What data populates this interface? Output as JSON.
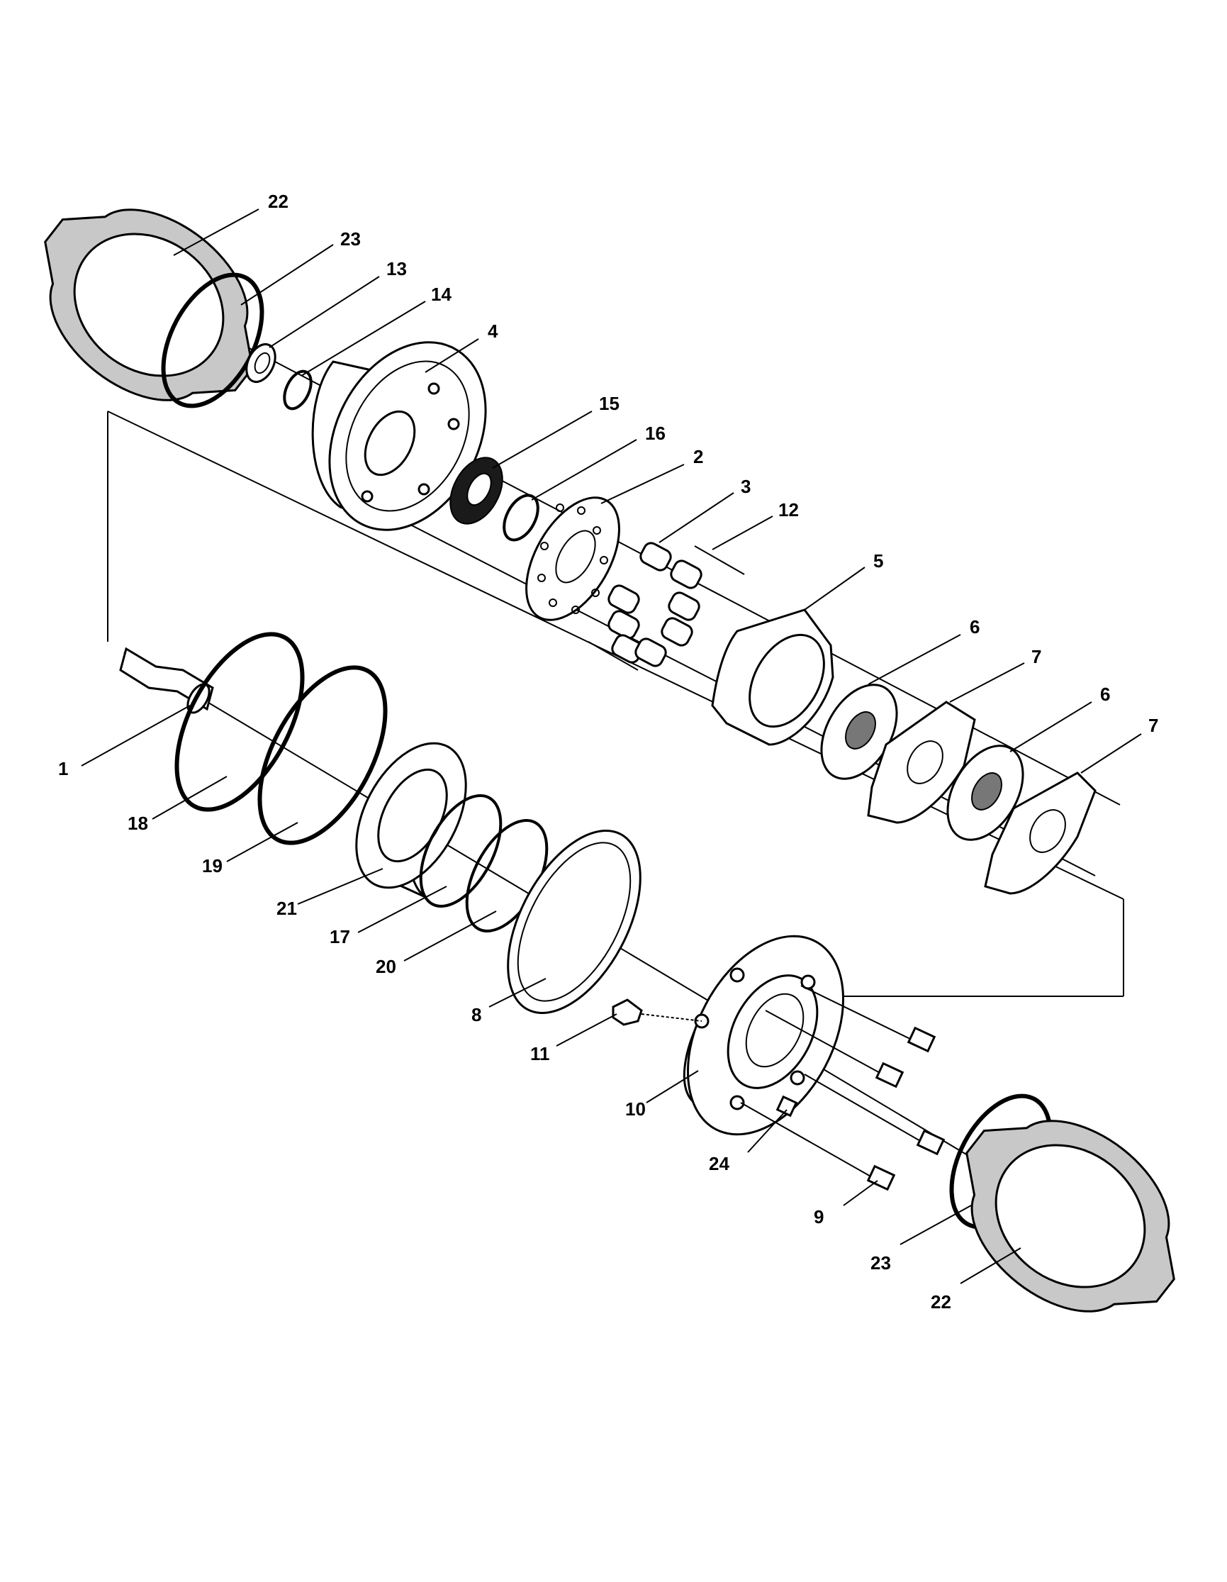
{
  "callouts": [
    {
      "id": "c22a",
      "label": "22"
    },
    {
      "id": "c23a",
      "label": "23"
    },
    {
      "id": "c13",
      "label": "13"
    },
    {
      "id": "c14",
      "label": "14"
    },
    {
      "id": "c4",
      "label": "4"
    },
    {
      "id": "c15",
      "label": "15"
    },
    {
      "id": "c16",
      "label": "16"
    },
    {
      "id": "c2",
      "label": "2"
    },
    {
      "id": "c3",
      "label": "3"
    },
    {
      "id": "c12",
      "label": "12"
    },
    {
      "id": "c5",
      "label": "5"
    },
    {
      "id": "c6a",
      "label": "6"
    },
    {
      "id": "c7a",
      "label": "7"
    },
    {
      "id": "c6b",
      "label": "6"
    },
    {
      "id": "c7b",
      "label": "7"
    },
    {
      "id": "c1",
      "label": "1"
    },
    {
      "id": "c18",
      "label": "18"
    },
    {
      "id": "c19",
      "label": "19"
    },
    {
      "id": "c21",
      "label": "21"
    },
    {
      "id": "c17",
      "label": "17"
    },
    {
      "id": "c20",
      "label": "20"
    },
    {
      "id": "c8",
      "label": "8"
    },
    {
      "id": "c11",
      "label": "11"
    },
    {
      "id": "c10",
      "label": "10"
    },
    {
      "id": "c24",
      "label": "24"
    },
    {
      "id": "c9",
      "label": "9"
    },
    {
      "id": "c23b",
      "label": "23"
    },
    {
      "id": "c22b",
      "label": "22"
    }
  ]
}
